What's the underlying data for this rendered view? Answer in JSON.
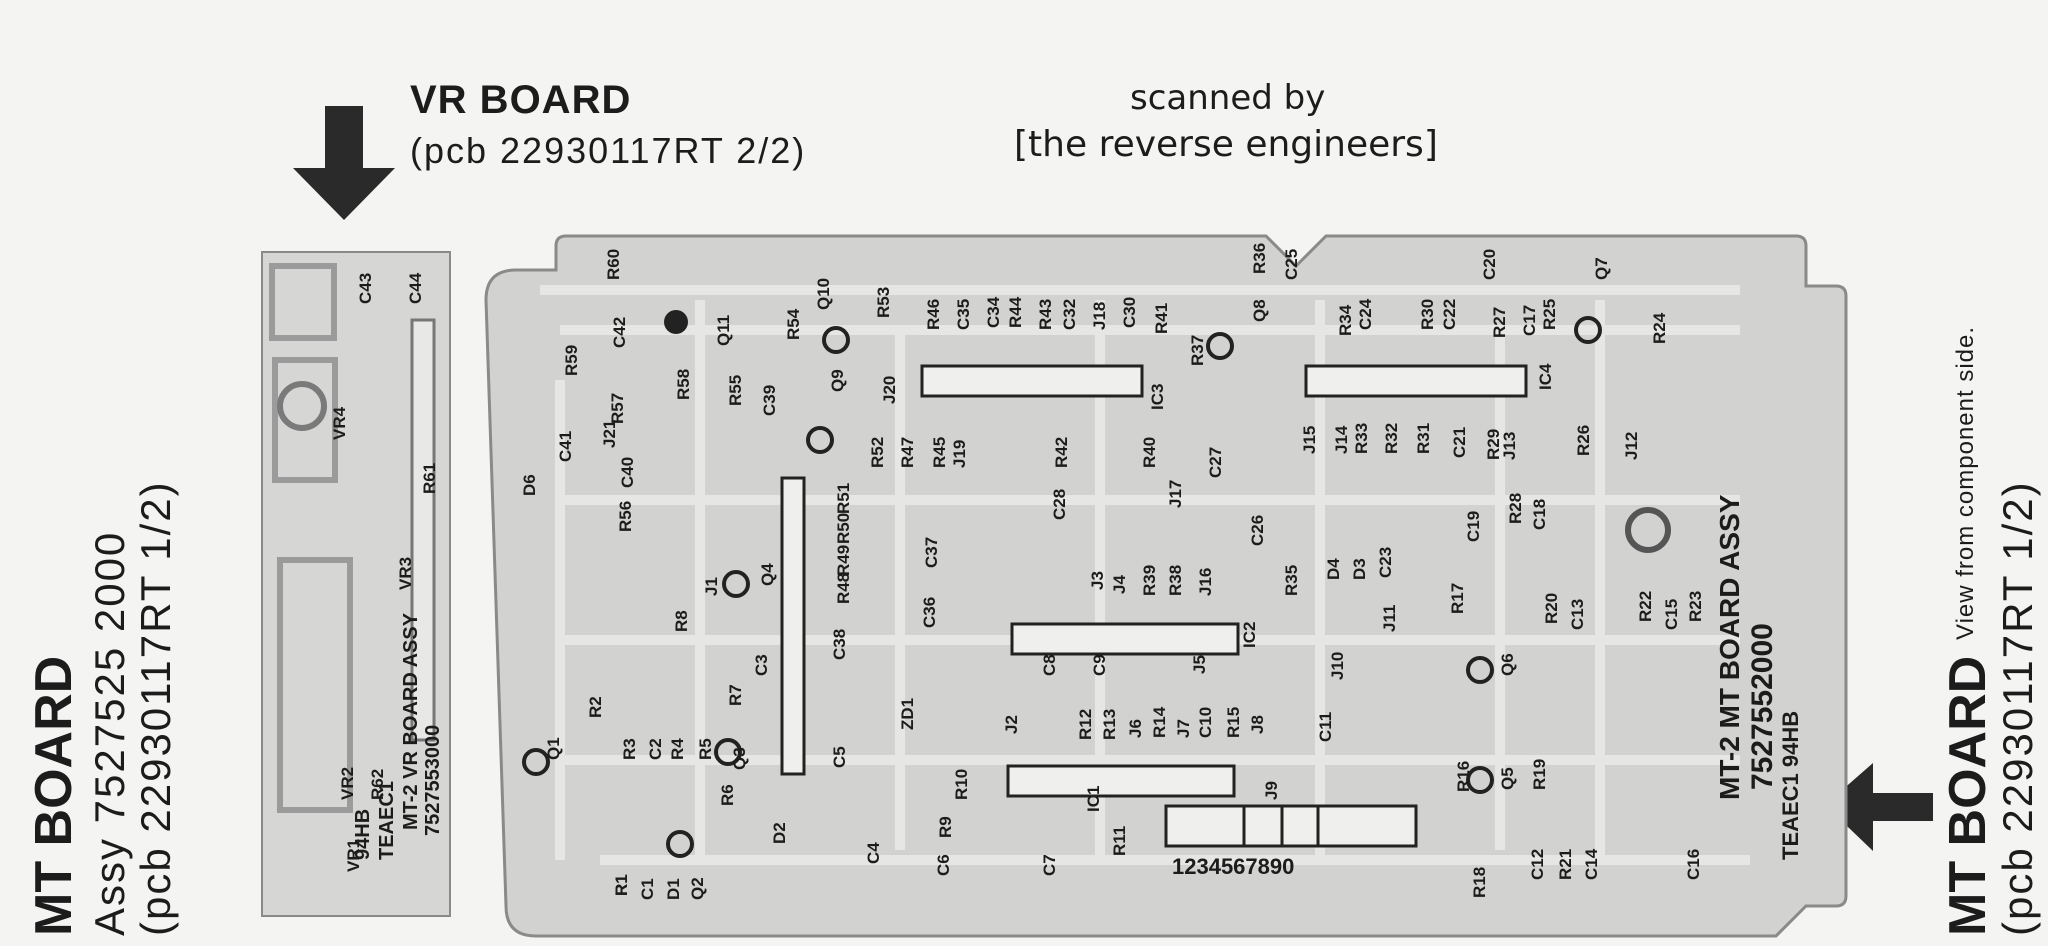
{
  "vr_board": {
    "title": "VR BOARD",
    "pcb": "(pcb 22930117RT 2/2)"
  },
  "scan_credit": {
    "line1": "scanned by",
    "line2": "[the reverse engineers]"
  },
  "mt_board_left": {
    "title": "MT BOARD",
    "assy": "Assy 7527525 2000",
    "pcb": "(pcb 22930117RT 1/2)"
  },
  "mt_board_right": {
    "title": "MT BOARD",
    "pcb": "(pcb 22930117RT 1/2)"
  },
  "view_note": "View from component side.",
  "board_marks": {
    "mt_assy": "MT-2 MT BOARD ASSY",
    "mt_number": "7527552000",
    "teac_mt": "TEAEC1 94HB",
    "vr_assy": "MT-2 VR BOARD ASSY",
    "vr_number": "7527553000",
    "vr_teac": "TEAEC1",
    "vr_94hb": "94HB",
    "connector_digits": "1234567890"
  },
  "components": [
    {
      "ref": "C43"
    },
    {
      "ref": "C44"
    },
    {
      "ref": "R60"
    },
    {
      "ref": "VR4"
    },
    {
      "ref": "R61"
    },
    {
      "ref": "VR3"
    },
    {
      "ref": "VR2"
    },
    {
      "ref": "VR1"
    },
    {
      "ref": "R62"
    },
    {
      "ref": "D6"
    },
    {
      "ref": "C41"
    },
    {
      "ref": "J21"
    },
    {
      "ref": "R57"
    },
    {
      "ref": "C40"
    },
    {
      "ref": "R56"
    },
    {
      "ref": "R58"
    },
    {
      "ref": "R59"
    },
    {
      "ref": "C42"
    },
    {
      "ref": "Q11"
    },
    {
      "ref": "Q10"
    },
    {
      "ref": "Q9"
    },
    {
      "ref": "R55"
    },
    {
      "ref": "C39"
    },
    {
      "ref": "R54"
    },
    {
      "ref": "R53"
    },
    {
      "ref": "J20"
    },
    {
      "ref": "R52"
    },
    {
      "ref": "R47"
    },
    {
      "ref": "R45"
    },
    {
      "ref": "J19"
    },
    {
      "ref": "R46"
    },
    {
      "ref": "C35"
    },
    {
      "ref": "C34"
    },
    {
      "ref": "R44"
    },
    {
      "ref": "R43"
    },
    {
      "ref": "C32"
    },
    {
      "ref": "J18"
    },
    {
      "ref": "C30"
    },
    {
      "ref": "R41"
    },
    {
      "ref": "R42"
    },
    {
      "ref": "R40"
    },
    {
      "ref": "IC3"
    },
    {
      "ref": "Q8"
    },
    {
      "ref": "R36"
    },
    {
      "ref": "C25"
    },
    {
      "ref": "R37"
    },
    {
      "ref": "C27"
    },
    {
      "ref": "J17"
    },
    {
      "ref": "C28"
    },
    {
      "ref": "C26"
    },
    {
      "ref": "R34"
    },
    {
      "ref": "C24"
    },
    {
      "ref": "J15"
    },
    {
      "ref": "J14"
    },
    {
      "ref": "R33"
    },
    {
      "ref": "R32"
    },
    {
      "ref": "R31"
    },
    {
      "ref": "R30"
    },
    {
      "ref": "C22"
    },
    {
      "ref": "C20"
    },
    {
      "ref": "R27"
    },
    {
      "ref": "C17"
    },
    {
      "ref": "R25"
    },
    {
      "ref": "Q7"
    },
    {
      "ref": "R24"
    },
    {
      "ref": "IC4"
    },
    {
      "ref": "C21"
    },
    {
      "ref": "R29"
    },
    {
      "ref": "J13"
    },
    {
      "ref": "R26"
    },
    {
      "ref": "J12"
    },
    {
      "ref": "C19"
    },
    {
      "ref": "R28"
    },
    {
      "ref": "C18"
    },
    {
      "ref": "D4"
    },
    {
      "ref": "D3"
    },
    {
      "ref": "C23"
    },
    {
      "ref": "J11"
    },
    {
      "ref": "R51"
    },
    {
      "ref": "R50"
    },
    {
      "ref": "R49"
    },
    {
      "ref": "R48"
    },
    {
      "ref": "C37"
    },
    {
      "ref": "C36"
    },
    {
      "ref": "C38"
    },
    {
      "ref": "Q4"
    },
    {
      "ref": "J1"
    },
    {
      "ref": "R8"
    },
    {
      "ref": "C3"
    },
    {
      "ref": "R7"
    },
    {
      "ref": "J3"
    },
    {
      "ref": "J4"
    },
    {
      "ref": "R39"
    },
    {
      "ref": "R38"
    },
    {
      "ref": "J16"
    },
    {
      "ref": "R35"
    },
    {
      "ref": "IC2"
    },
    {
      "ref": "C9"
    },
    {
      "ref": "C8"
    },
    {
      "ref": "J5"
    },
    {
      "ref": "J10"
    },
    {
      "ref": "R17"
    },
    {
      "ref": "R20"
    },
    {
      "ref": "C13"
    },
    {
      "ref": "R22"
    },
    {
      "ref": "C15"
    },
    {
      "ref": "R23"
    },
    {
      "ref": "Q6"
    },
    {
      "ref": "J2"
    },
    {
      "ref": "R12"
    },
    {
      "ref": "R13"
    },
    {
      "ref": "J6"
    },
    {
      "ref": "R14"
    },
    {
      "ref": "J7"
    },
    {
      "ref": "C10"
    },
    {
      "ref": "R15"
    },
    {
      "ref": "J8"
    },
    {
      "ref": "C11"
    },
    {
      "ref": "IC1"
    },
    {
      "ref": "ZD1"
    },
    {
      "ref": "C5"
    },
    {
      "ref": "R10"
    },
    {
      "ref": "J9"
    },
    {
      "ref": "R16"
    },
    {
      "ref": "Q5"
    },
    {
      "ref": "R19"
    },
    {
      "ref": "C12"
    },
    {
      "ref": "R21"
    },
    {
      "ref": "C14"
    },
    {
      "ref": "C16"
    },
    {
      "ref": "R18"
    },
    {
      "ref": "Q1"
    },
    {
      "ref": "R2"
    },
    {
      "ref": "R3"
    },
    {
      "ref": "C2"
    },
    {
      "ref": "R4"
    },
    {
      "ref": "R5"
    },
    {
      "ref": "R6"
    },
    {
      "ref": "Q3"
    },
    {
      "ref": "D2"
    },
    {
      "ref": "C4"
    },
    {
      "ref": "R9"
    },
    {
      "ref": "R11"
    },
    {
      "ref": "C6"
    },
    {
      "ref": "C7"
    },
    {
      "ref": "R1"
    },
    {
      "ref": "C1"
    },
    {
      "ref": "D1"
    },
    {
      "ref": "Q2"
    },
    {
      "ref": "R1"
    }
  ]
}
